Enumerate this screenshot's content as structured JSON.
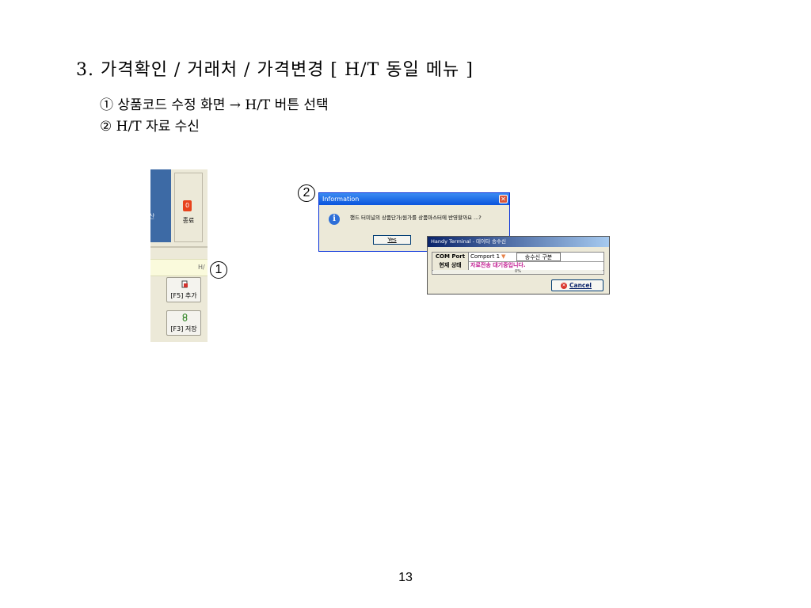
{
  "slide": {
    "heading": "3. 가격확인 / 거래처 / 가격변경 [ H/T 동일 메뉴 ]",
    "step1": "① 상품코드 수정 화면 → H/T 버튼  선택",
    "step2": "② H/T 자료 수신",
    "page_number": "13"
  },
  "callouts": {
    "one": "1",
    "two": "2"
  },
  "crop": {
    "panel_text": "산",
    "exit_icon_glyph": "0",
    "exit_label": "종료",
    "ht_label": "H/",
    "add_label": "[F5] 추가",
    "save_label": "[F3] 저장"
  },
  "info_dialog": {
    "title": "Information",
    "message": "핸드 터미널의 상품단가/원가를 상품마스터에 반영할까요 ...?",
    "yes_label": "Yes",
    "close_glyph": "✕",
    "info_glyph": "i"
  },
  "ht_dialog": {
    "title": "Handy Terminal - 데이타 송수신",
    "port_label": "COM Port",
    "port_value": "Comport 1",
    "port_arrow": "▼",
    "direction_value": "송수신 구분",
    "status_label": "현재 상태",
    "status_value": "자료전송 대기중입니다.",
    "progress_text": "0%",
    "progress": 0,
    "cancel_label": "Cancel",
    "cancel_glyph": "✕"
  },
  "colors": {
    "title_bar_xp": "#0a54dd",
    "panel_blue": "#3d6aa5",
    "status_magenta": "#c0168f",
    "exit_orange": "#e8431c"
  }
}
